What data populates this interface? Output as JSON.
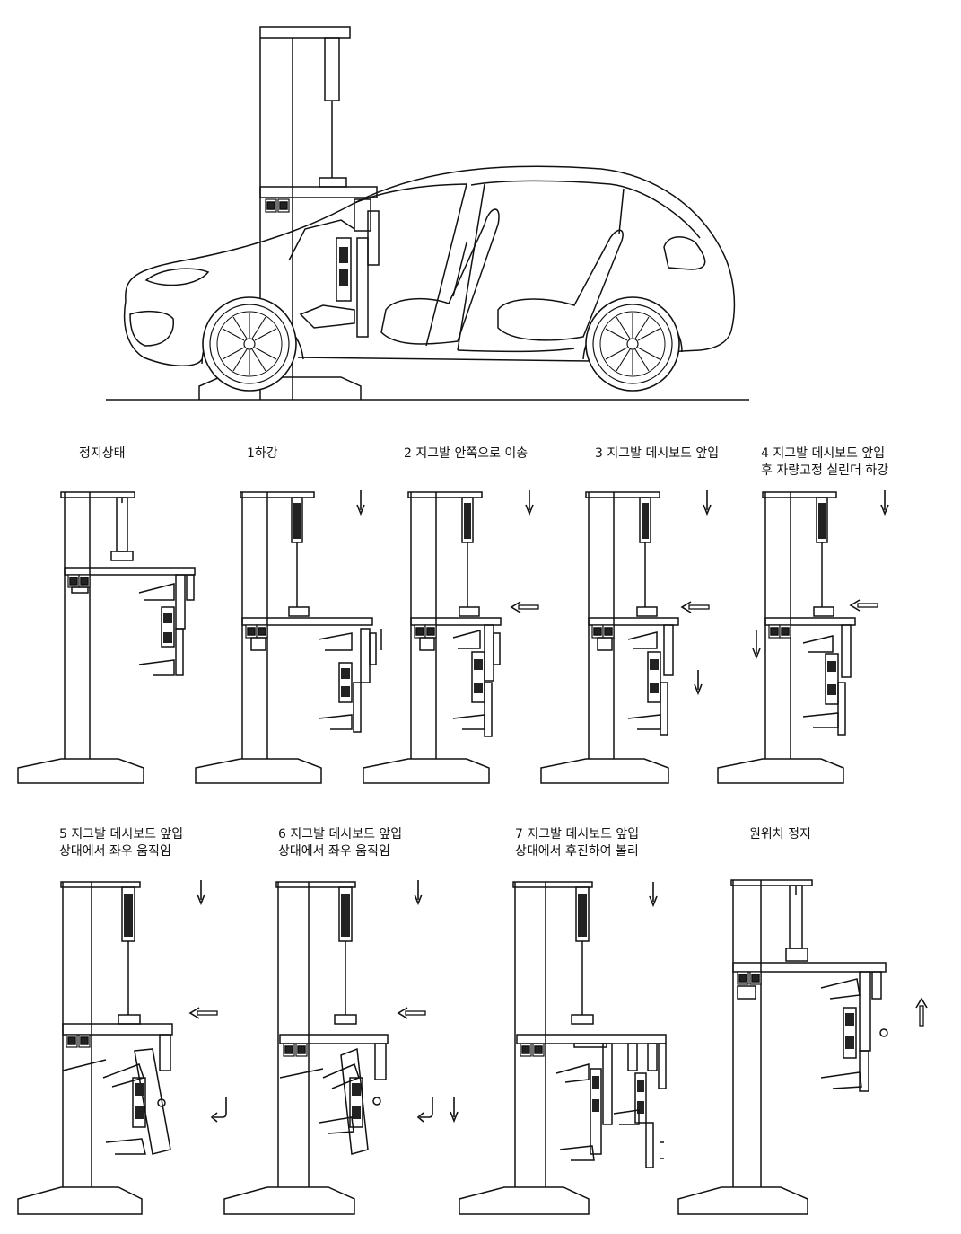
{
  "labels": {
    "s0": "정지상태",
    "s1": "1하강",
    "s2": "2 지그발 안쪽으로 이송",
    "s3": "3 지그발 데시보드 앞입",
    "s4": [
      "4 지그발 데시보드 앞입",
      "후 자량고정 실린더 하강"
    ],
    "s5": [
      "5 지그발 데시보드 앞입",
      "상대에서 좌우 움직임"
    ],
    "s6": [
      "6 지그발 데시보드 앞입",
      "상대에서 좌우 움직임"
    ],
    "s7": [
      "7 지그발 데시보드 앞입",
      "상대에서 후진하여 볼리"
    ],
    "s8": "원위치 정지"
  },
  "icons": {
    "arrow_down": "arrow-down-icon",
    "arrow_left": "arrow-left-icon",
    "arrow_up": "arrow-up-icon",
    "arrow_return": "return-arrow-icon"
  },
  "colors": {
    "line": "#111111",
    "background": "#ffffff",
    "dark_block": "#222222"
  }
}
